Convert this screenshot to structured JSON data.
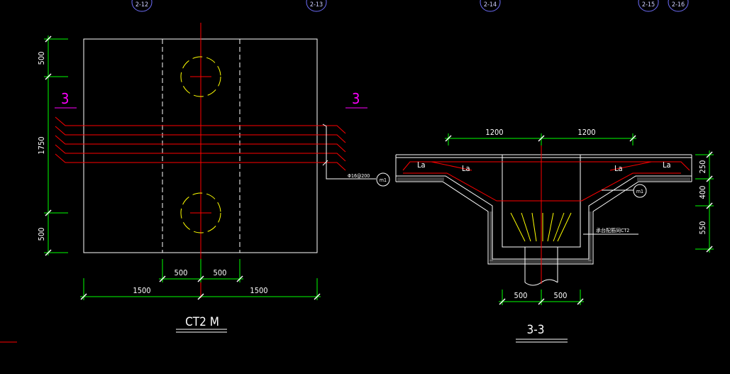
{
  "grid_axes": [
    "2-12",
    "2-13",
    "2-14",
    "2-15",
    "2-16"
  ],
  "plan": {
    "title": "CT2 M",
    "section_mark": "3",
    "dims_left": [
      "500",
      "1750",
      "500"
    ],
    "dims_inner": [
      "500",
      "500"
    ],
    "dims_overall": [
      "1500",
      "1500"
    ],
    "rebar_note": "Φ16@200",
    "bubble": "m1"
  },
  "section": {
    "title": "3-3",
    "dims_top": [
      "1200",
      "1200"
    ],
    "dims_right": [
      "250",
      "400",
      "550"
    ],
    "dims_bottom": [
      "500",
      "500"
    ],
    "la_labels": [
      "La",
      "La",
      "La",
      "La"
    ],
    "bubble": "m1",
    "note": "承台配筋同CT2"
  }
}
